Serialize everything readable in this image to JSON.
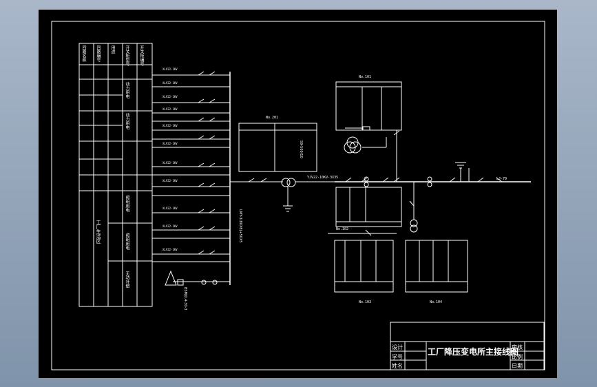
{
  "title_block": {
    "title": "工厂降压变电所主接线图",
    "rows_left": [
      "设计",
      "学号",
      "姓名"
    ],
    "rows_right": [
      "审核",
      "比例",
      "日期"
    ]
  },
  "left_table": {
    "headers": [
      "开关柜编号",
      "开关柜型号",
      "用途",
      "回路编号",
      "回路名称"
    ],
    "feeder_names": [
      "动力用电",
      "动力用电",
      "照明用电",
      "照明用电",
      "无功补偿"
    ],
    "workshop_label": "工厂生活区"
  },
  "bus_labels": {
    "incoming": "LJ-70",
    "transformer_cabinet": "No.201",
    "cabinet_2": "No.101",
    "cabinet_3": "No.102",
    "cabinet_4": "No.103",
    "cabinet_5": "No.104",
    "cable": "YJV22-10KV-3X35",
    "busbar_left": "LMY-3(80X8)+50X5",
    "transformer": "S9-500/10",
    "compensation": "BSMJ0.4-30-3"
  },
  "colors": {
    "sheet": "#000000",
    "line": "#ffffff",
    "background": "#a9b7c9"
  }
}
